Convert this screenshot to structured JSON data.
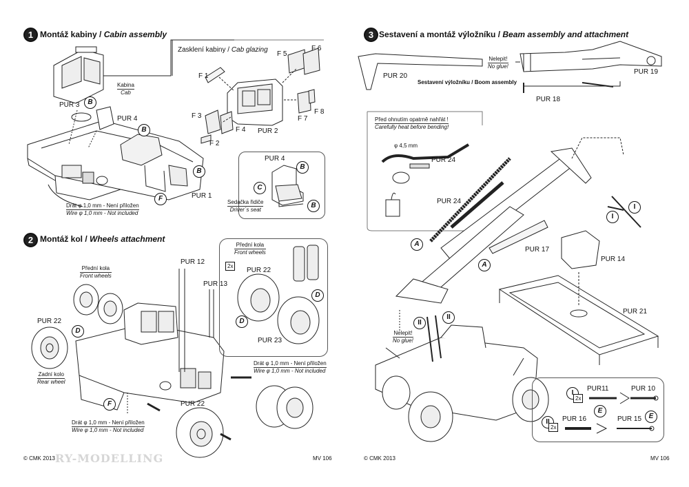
{
  "left_page": {
    "step1": {
      "number": "1",
      "title_cz": "Montáž kabiny / ",
      "title_en": "Cabin assembly",
      "labels": {
        "kabina": "Kabina",
        "cab": "Cab",
        "pur3": "PUR 3",
        "pur4": "PUR 4",
        "pur1": "PUR 1",
        "pur2": "PUR 2",
        "f1": "F 1",
        "f2": "F 2",
        "f3": "F 3",
        "f4": "F 4",
        "f5": "F 5",
        "f6": "F 6",
        "f7": "F 7",
        "f8": "F 8",
        "glazing_cz": "Zasklení kabiny / ",
        "glazing_en": "Cab glazing",
        "seat_pur4": "PUR 4",
        "seat_cz": "Sedačka řidiče",
        "seat_en": "Driver´s seat",
        "wire_cz": "Drát φ  1,0 mm - Není přiložen",
        "wire_en": "Wire φ  1,0 mm - Not included"
      },
      "markers": [
        "B",
        "B",
        "B",
        "F",
        "B",
        "C",
        "B"
      ]
    },
    "step2": {
      "number": "2",
      "title_cz": "Montáž kol / ",
      "title_en": "Wheels attachment",
      "labels": {
        "front_wheels_cz": "Přední kola",
        "front_wheels_en": "Front wheels",
        "front_wheels_cz2": "Přední kola",
        "front_wheels_en2": "Front wheels",
        "qty": "2x",
        "pur12": "PUR 12",
        "pur13": "PUR 13",
        "pur22a": "PUR 22",
        "pur22b": "PUR 22",
        "pur22c": "PUR 22",
        "pur23": "PUR 23",
        "rear_cz": "Zadní kolo",
        "rear_en": "Rear wheel",
        "wire_cz": "Drát φ  1,0 mm - Není přiložen",
        "wire_en": "Wire φ  1,0 mm - Not included",
        "wire2_cz": "Drát φ  1,0 mm - Není přiložen",
        "wire2_en": "Wire φ  1,0 mm - Not included"
      },
      "markers": [
        "D",
        "D",
        "D",
        "F"
      ]
    },
    "footer_left": "© CMK 2013",
    "footer_right": "MV 106",
    "watermark": "RY-MODELLING"
  },
  "right_page": {
    "step3": {
      "number": "3",
      "title_cz": "Sestavení a montáž výložníku / ",
      "title_en": "Beam assembly and attachment",
      "labels": {
        "pur20": "PUR 20",
        "pur19": "PUR 19",
        "pur18": "PUR 18",
        "noglue_cz": "Nelepit!",
        "noglue_en": "No glue!",
        "boom_asm": "Sestavení výložníku / Boom assembly",
        "heat_cz": "Před ohnutím opatrně nahřát !",
        "heat_en": "Carefully heat before bending!",
        "diam": "φ  4,5 mm",
        "pur24a": "PUR 24",
        "pur24b": "PUR 24",
        "pur17": "PUR 17",
        "pur14": "PUR 14",
        "pur21": "PUR 21",
        "noglue2_cz": "Nelepit!",
        "noglue2_en": "No glue!",
        "pur11": "PUR11",
        "pur10": "PUR 10",
        "pur16": "PUR 16",
        "pur15": "PUR 15",
        "qty1": "2x",
        "qty2": "2x",
        "roman1": "I",
        "roman2": "II"
      },
      "markers": [
        "A",
        "A",
        "E",
        "E"
      ]
    },
    "footer_left": "© CMK 2013",
    "footer_right": "MV 106"
  }
}
